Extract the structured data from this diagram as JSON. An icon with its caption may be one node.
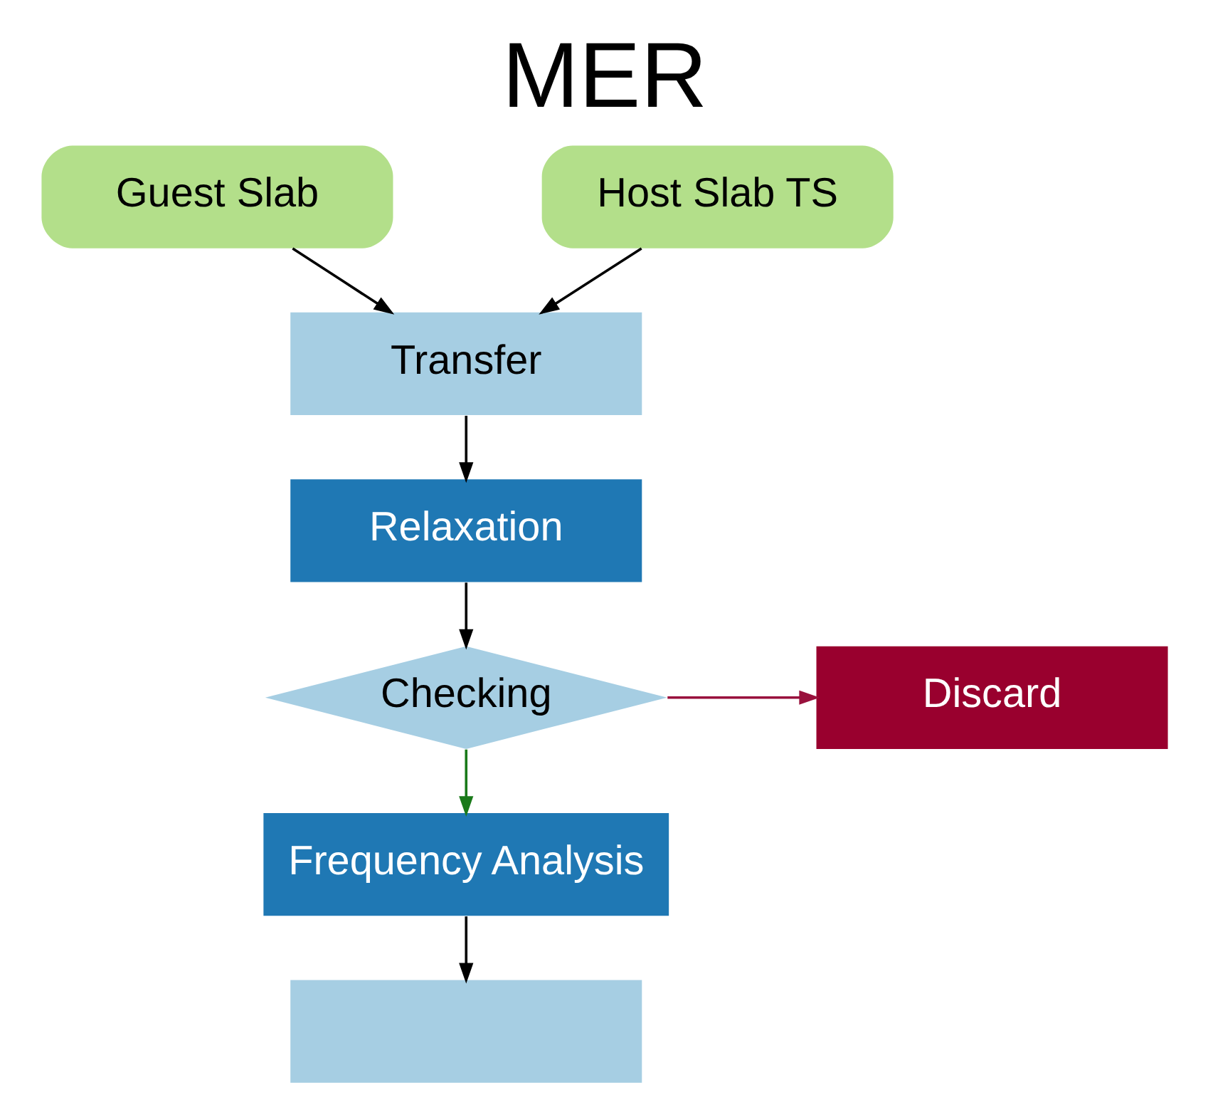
{
  "diagram": {
    "title": "MER",
    "nodes": [
      {
        "text": [
          "Guest Slab"
        ]
      },
      {
        "text": [
          "Host Slab TS"
        ]
      },
      {
        "text": [
          "Transfer"
        ]
      },
      {
        "text": [
          "Relaxation"
        ]
      },
      {
        "text": [
          "Checking"
        ]
      },
      {
        "text": [
          "Discard"
        ]
      },
      {
        "text": [
          "Frequency Analysis"
        ]
      },
      {
        "text": [],
        "shape": "box"
      }
    ],
    "edges": [
      {
        "from": 0,
        "to": 2,
        "arrow": "to"
      },
      {
        "from": 1,
        "to": 2,
        "arrow": "to"
      },
      {
        "from": 2,
        "to": 3,
        "arrow": "to"
      },
      {
        "from": 3,
        "to": 4,
        "arrow": "to"
      },
      {
        "from": 4,
        "to": 5,
        "arrow": "to",
        "color": "#99113d"
      },
      {
        "from": 4,
        "to": 6,
        "arrow": "to",
        "color": "#1a7a1a"
      },
      {
        "from": 6,
        "to": 7,
        "arrow": "to"
      }
    ]
  }
}
